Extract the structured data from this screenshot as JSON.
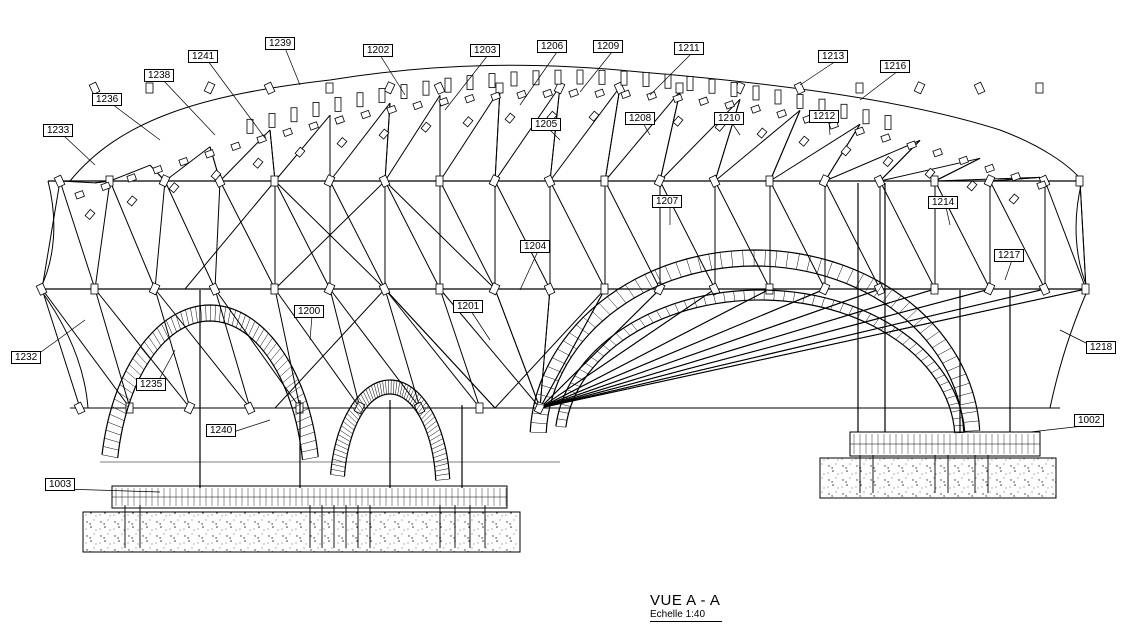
{
  "view": {
    "title": "VUE  A - A",
    "scale": "Echelle  1:40"
  },
  "labels": [
    {
      "id": "l1239",
      "text": "1239"
    },
    {
      "id": "l1202",
      "text": "1202"
    },
    {
      "id": "l1203",
      "text": "1203"
    },
    {
      "id": "l1206",
      "text": "1206"
    },
    {
      "id": "l1209",
      "text": "1209"
    },
    {
      "id": "l1211",
      "text": "1211"
    },
    {
      "id": "l1213",
      "text": "1213"
    },
    {
      "id": "l1216",
      "text": "1216"
    },
    {
      "id": "l1241",
      "text": "1241"
    },
    {
      "id": "l1238",
      "text": "1238"
    },
    {
      "id": "l1236",
      "text": "1236"
    },
    {
      "id": "l1233",
      "text": "1233"
    },
    {
      "id": "l1205",
      "text": "1205"
    },
    {
      "id": "l1208",
      "text": "1208"
    },
    {
      "id": "l1210",
      "text": "1210"
    },
    {
      "id": "l1212",
      "text": "1212"
    },
    {
      "id": "l1207",
      "text": "1207"
    },
    {
      "id": "l1214",
      "text": "1214"
    },
    {
      "id": "l1204",
      "text": "1204"
    },
    {
      "id": "l1217",
      "text": "1217"
    },
    {
      "id": "l1200",
      "text": "1200"
    },
    {
      "id": "l1201",
      "text": "1201"
    },
    {
      "id": "l1232",
      "text": "1232"
    },
    {
      "id": "l1235",
      "text": "1235"
    },
    {
      "id": "l1218",
      "text": "1218"
    },
    {
      "id": "l1240",
      "text": "1240"
    },
    {
      "id": "l1002",
      "text": "1002"
    },
    {
      "id": "l1003",
      "text": "1003"
    }
  ]
}
